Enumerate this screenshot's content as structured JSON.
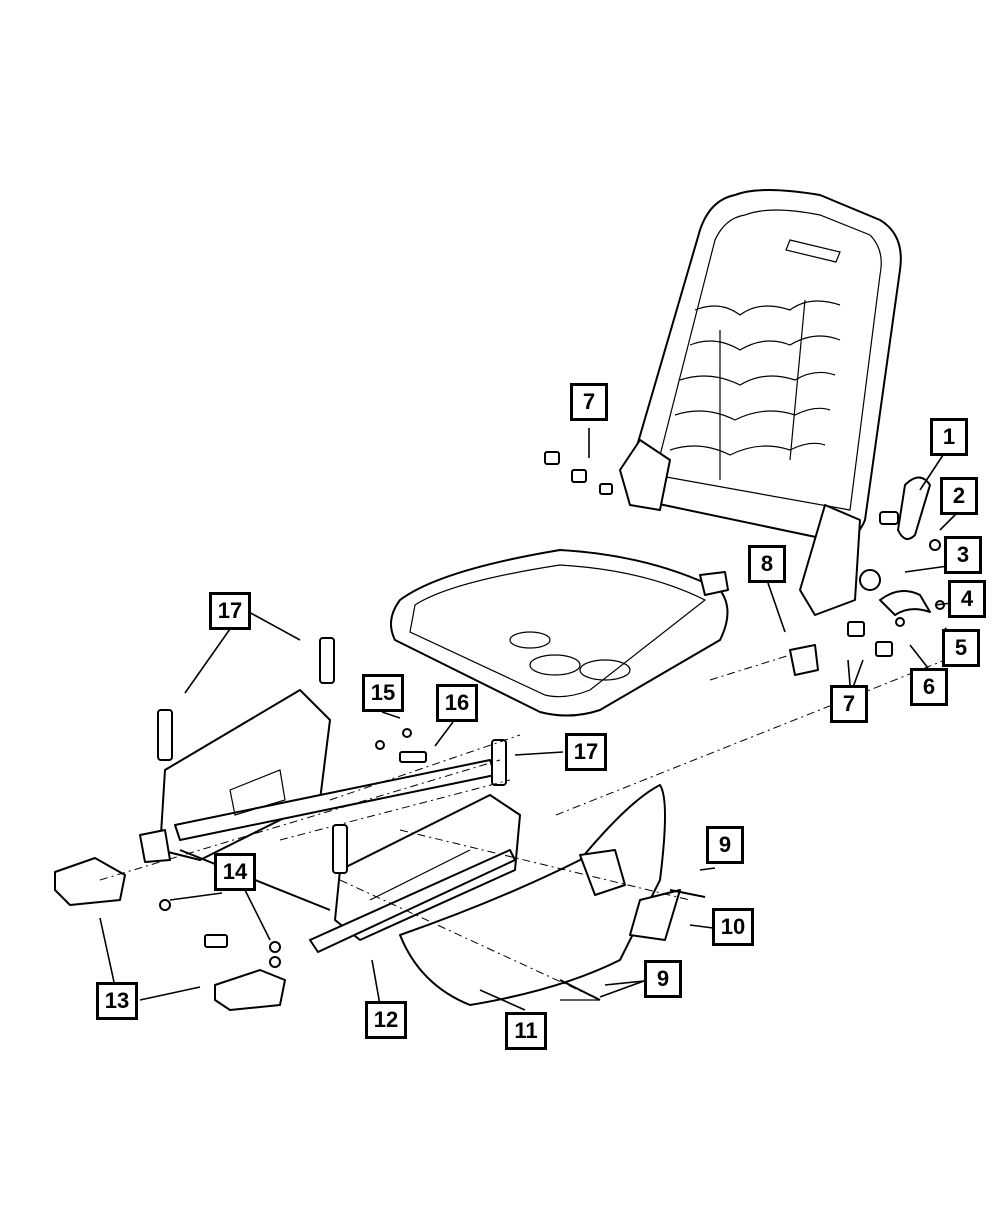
{
  "diagram": {
    "callouts": [
      {
        "id": "c1",
        "label": "1"
      },
      {
        "id": "c2",
        "label": "2"
      },
      {
        "id": "c3",
        "label": "3"
      },
      {
        "id": "c4",
        "label": "4"
      },
      {
        "id": "c5",
        "label": "5"
      },
      {
        "id": "c6",
        "label": "6"
      },
      {
        "id": "c7a",
        "label": "7"
      },
      {
        "id": "c7b",
        "label": "7"
      },
      {
        "id": "c8",
        "label": "8"
      },
      {
        "id": "c9a",
        "label": "9"
      },
      {
        "id": "c9b",
        "label": "9"
      },
      {
        "id": "c10",
        "label": "10"
      },
      {
        "id": "c11",
        "label": "11"
      },
      {
        "id": "c12",
        "label": "12"
      },
      {
        "id": "c13",
        "label": "13"
      },
      {
        "id": "c14",
        "label": "14"
      },
      {
        "id": "c15",
        "label": "15"
      },
      {
        "id": "c16",
        "label": "16"
      },
      {
        "id": "c17a",
        "label": "17"
      },
      {
        "id": "c17b",
        "label": "17"
      }
    ]
  }
}
